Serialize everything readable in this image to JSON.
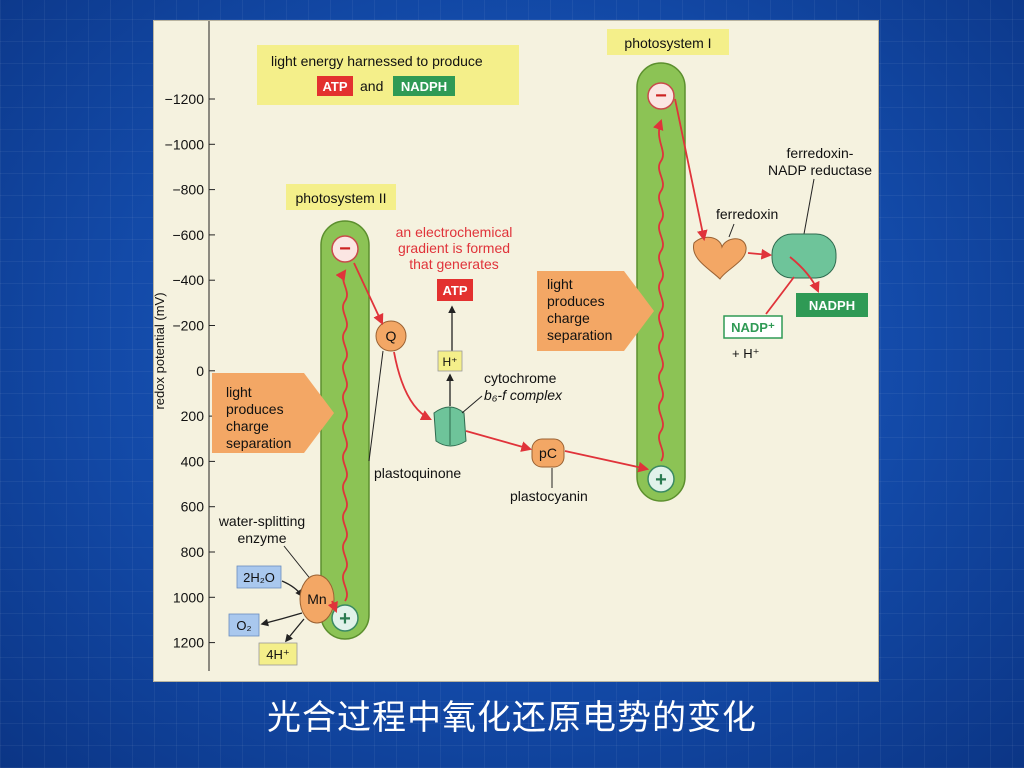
{
  "slide": {
    "caption": "光合过程中氧化还原电势的变化"
  },
  "diagram": {
    "y_axis": {
      "label": "redox potential (mV)",
      "ticks": [
        "−1200",
        "−1000",
        "−800",
        "−600",
        "−400",
        "−200",
        "0",
        "200",
        "400",
        "600",
        "800",
        "1000",
        "1200"
      ]
    },
    "top_box": {
      "line1": "light energy harnessed to produce",
      "atp": "ATP",
      "and": "and",
      "nadph": "NADPH"
    },
    "photosystem_ii": {
      "label": "photosystem II"
    },
    "photosystem_i": {
      "label": "photosystem I"
    },
    "gradient_note": {
      "line1": "an electrochemical",
      "line2": "gradient is formed",
      "line3": "that generates",
      "atp": "ATP"
    },
    "light_left": {
      "line1": "light",
      "line2": "produces",
      "line3": "charge",
      "line4": "separation"
    },
    "light_right": {
      "line1": "light",
      "line2": "produces",
      "line3": "charge",
      "line4": "separation"
    },
    "q": "Q",
    "h_plus": "H⁺",
    "cytochrome": {
      "line1": "cytochrome",
      "line2": "b₆-f complex"
    },
    "plastoquinone": "plastoquinone",
    "pc": "pC",
    "plastocyanin": "plastocyanin",
    "water_enzyme": {
      "line1": "water-splitting",
      "line2": "enzyme"
    },
    "h2o": "2H₂O",
    "mn": "Mn",
    "o2": "O₂",
    "h4": "4H⁺",
    "ferredoxin": "ferredoxin",
    "fnr": {
      "line1": "ferredoxin-",
      "line2": "NADP reductase"
    },
    "nadph_out": "NADPH",
    "nadp_in": "NADP⁺",
    "plus_h": "+ H⁺",
    "minus_sign": "−",
    "plus_sign": "+"
  },
  "colors": {
    "green_column": "#8cc355",
    "yellow_box": "#f4ef8a",
    "orange": "#f3a765",
    "teal": "#6ec49a",
    "red_arrow": "#e0333a",
    "atp_red": "#e3312f",
    "nadph_green": "#2f9a55"
  }
}
